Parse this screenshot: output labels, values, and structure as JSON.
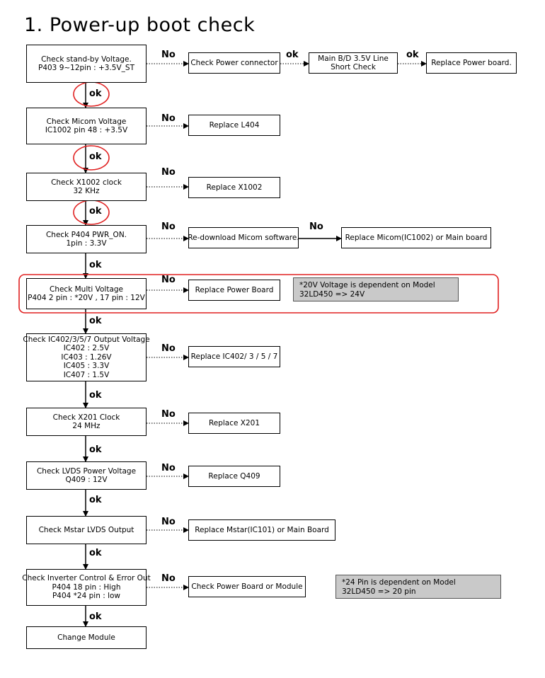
{
  "title": "1. Power-up boot check",
  "labels": {
    "yes": "ok",
    "no": "No"
  },
  "steps": [
    {
      "lines": [
        "Check stand-by Voltage.",
        "P403 9~12pin : +3.5V_ST"
      ]
    },
    {
      "lines": [
        "Check Micom Voltage",
        "IC1002 pin 48 : +3.5V"
      ]
    },
    {
      "lines": [
        "Check X1002 clock",
        "32 KHz"
      ]
    },
    {
      "lines": [
        "Check P404 PWR_ON.",
        "1pin : 3.3V"
      ]
    },
    {
      "lines": [
        "Check Multi Voltage",
        "P404 2 pin : *20V , 17 pin : 12V"
      ]
    },
    {
      "lines": [
        "Check IC402/3/5/7 Output Voltage",
        "IC402 : 2.5V",
        "IC403 : 1.26V",
        "IC405 : 3.3V",
        "IC407 : 1.5V"
      ]
    },
    {
      "lines": [
        "Check X201 Clock",
        "24 MHz"
      ]
    },
    {
      "lines": [
        "Check LVDS Power Voltage",
        "Q409 : 12V"
      ]
    },
    {
      "lines": [
        "Check Mstar LVDS Output"
      ]
    },
    {
      "lines": [
        "Check Inverter Control & Error Out",
        "P404 18 pin : High",
        "P404 *24 pin : low"
      ]
    },
    {
      "lines": [
        "Change Module"
      ]
    }
  ],
  "actions": [
    {
      "lines": [
        "Check Power connector"
      ]
    },
    {
      "lines": [
        "Main B/D 3.5V Line",
        "Short Check"
      ]
    },
    {
      "lines": [
        "Replace Power board."
      ]
    },
    {
      "lines": [
        "Replace L404"
      ]
    },
    {
      "lines": [
        "Replace X1002"
      ]
    },
    {
      "lines": [
        "Re-download Micom software."
      ]
    },
    {
      "lines": [
        "Replace Micom(IC1002) or Main board"
      ]
    },
    {
      "lines": [
        "Replace Power Board"
      ]
    },
    {
      "lines": [
        "Replace IC402/ 3 / 5 / 7"
      ]
    },
    {
      "lines": [
        "Replace X201"
      ]
    },
    {
      "lines": [
        "Replace Q409"
      ]
    },
    {
      "lines": [
        "Replace Mstar(IC101) or Main Board"
      ]
    },
    {
      "lines": [
        "Check Power Board or Module"
      ]
    }
  ],
  "notes": [
    {
      "lines": [
        "*20V Voltage is dependent on Model",
        "32LD450 => 24V"
      ]
    },
    {
      "lines": [
        "*24 Pin is dependent on Model",
        "32LD450 => 20 pin"
      ]
    }
  ],
  "colors": {
    "highlight": "#e02020",
    "note_bg": "#c9c9c9",
    "line": "#000000"
  }
}
